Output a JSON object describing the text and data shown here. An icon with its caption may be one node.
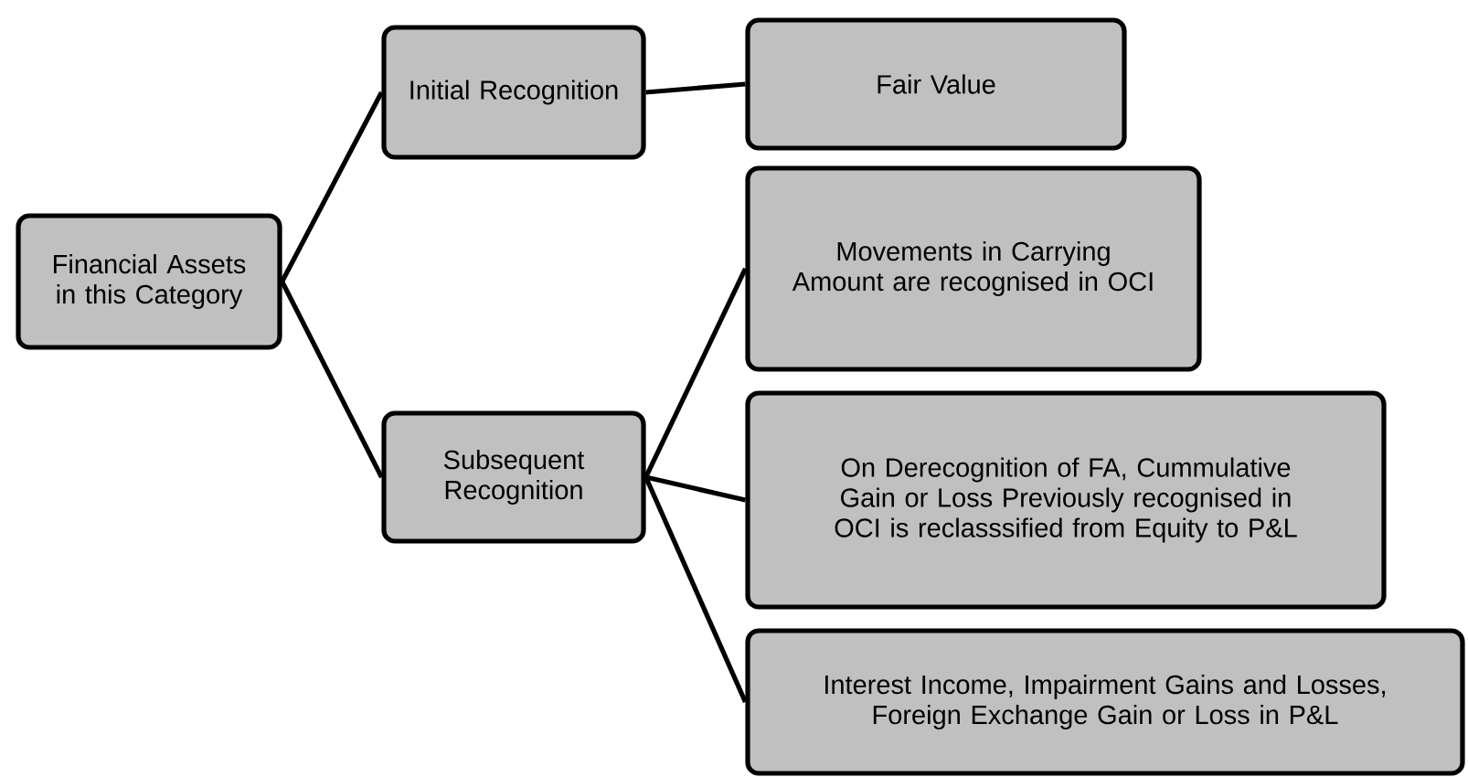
{
  "diagram": {
    "nodes": [
      {
        "text": [
          "Financial Assets in this Category"
        ]
      },
      {
        "text": [
          "Initial Recognition"
        ]
      },
      {
        "text": [
          "Fair Value"
        ]
      },
      {
        "text": [
          "Subsequent Recognition"
        ]
      },
      {
        "text": [
          "Movements in Carrying Amount are recognised in OCI"
        ]
      },
      {
        "text": [
          "On Derecognition of FA, Cummulative Gain or Loss Previously recognised in OCI is reclasssified from Equity to P&L"
        ]
      },
      {
        "text": [
          "Interest Income, Impairment Gains and Losses, Foreign Exchange Gain or Loss in P&L"
        ]
      }
    ],
    "edges": [
      {
        "from": 0,
        "to": 1,
        "arrow": "none"
      },
      {
        "from": 0,
        "to": 3,
        "arrow": "none"
      },
      {
        "from": 1,
        "to": 2,
        "arrow": "none"
      },
      {
        "from": 3,
        "to": 4,
        "arrow": "none"
      },
      {
        "from": 3,
        "to": 5,
        "arrow": "none"
      },
      {
        "from": 3,
        "to": 6,
        "arrow": "none"
      }
    ]
  }
}
